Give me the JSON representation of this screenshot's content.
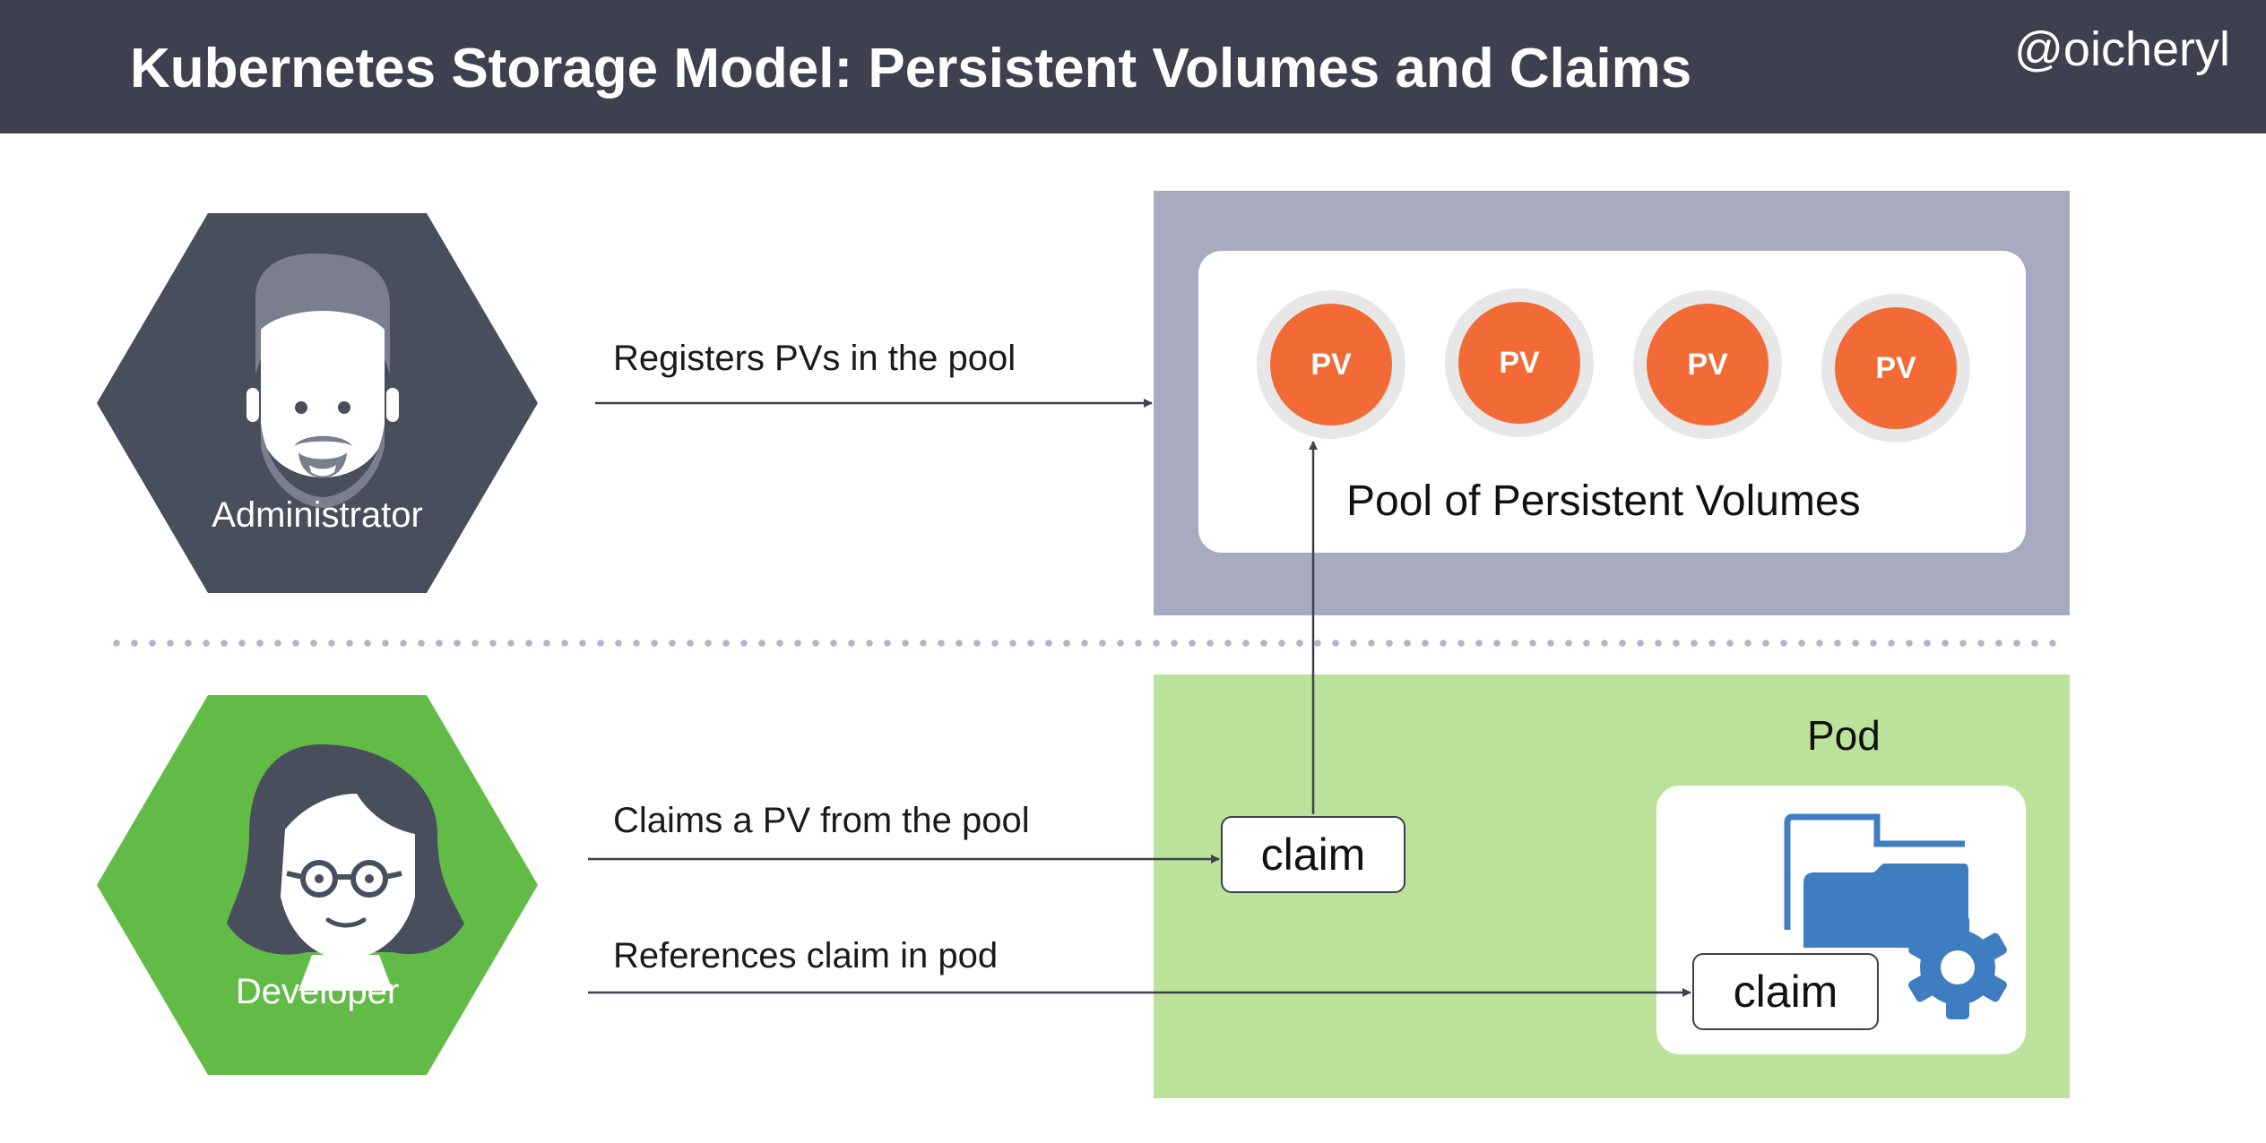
{
  "header": {
    "title": "Kubernetes Storage Model: Persistent Volumes and Claims",
    "handle": "@oicheryl"
  },
  "actors": {
    "administrator": {
      "label": "Administrator",
      "color": "#494e5d"
    },
    "developer": {
      "label": "Developer",
      "color": "#63bb47"
    }
  },
  "arrows": {
    "register": "Registers PVs in the pool",
    "claim": "Claims a PV from the pool",
    "reference": "References claim in pod"
  },
  "pool": {
    "label": "Pool of Persistent Volumes",
    "volumes": [
      "PV",
      "PV",
      "PV",
      "PV"
    ],
    "volume_color": "#f26b36",
    "background_color": "#a8abbf"
  },
  "pod": {
    "label": "Pod",
    "claim_label": "claim",
    "background_color": "#bce39b",
    "icon": "folder-gear-icon"
  },
  "claim": {
    "label": "claim"
  }
}
